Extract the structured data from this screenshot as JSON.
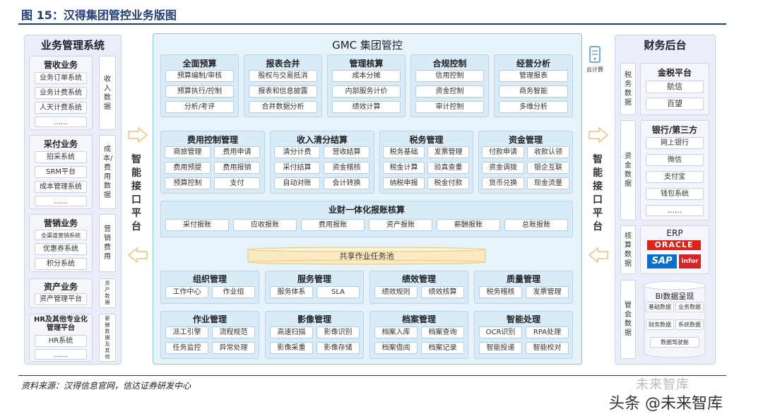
{
  "header": {
    "title": "图 15：汉得集团管控业务版图"
  },
  "source": "资料来源：汉得信息官网，信达证券研发中心",
  "watermark": {
    "small": "未来智库",
    "big": "头条 @未来智库"
  },
  "left": {
    "title": "业务管理系统",
    "groups": [
      {
        "name": "营收业务",
        "items": [
          "业务订单系统",
          "业务计费系统",
          "人天计费系统",
          "……"
        ],
        "side": "收入数据"
      },
      {
        "name": "采付业务",
        "items": [
          "招采系统",
          "SRM平台",
          "成本管理系统",
          "……"
        ],
        "side": "成本/费用数据"
      },
      {
        "name": "营销业务",
        "items": [
          "全渠道营销系统",
          "优惠券系统",
          "积分系统"
        ],
        "side": "营销费用"
      },
      {
        "name": "资产业务",
        "items": [
          "资产管理平台"
        ],
        "side": "资产数据"
      },
      {
        "name": "HR及其他专业化管理平台",
        "items": [
          "HR系统",
          "……"
        ],
        "side": "薪酬数据及其他"
      }
    ]
  },
  "interface": {
    "left": "智能接口平台",
    "right": "智能接口平台"
  },
  "cloud": {
    "label": "云计算"
  },
  "center": {
    "title": "GMC 集团管控",
    "row1": [
      {
        "name": "全面预算",
        "items": [
          "预算编制/审核",
          "预算执行/控制",
          "分析/考评"
        ]
      },
      {
        "name": "报表合并",
        "items": [
          "股权与交易抵消",
          "报表和信息披露",
          "合并数据分析"
        ]
      },
      {
        "name": "管理核算",
        "items": [
          "成本分摊",
          "内部服务计价",
          "绩效计算"
        ]
      },
      {
        "name": "合规控制",
        "items": [
          "信用控制",
          "资金控制",
          "审计控制"
        ]
      },
      {
        "name": "经营分析",
        "items": [
          "管理报表",
          "商务智能",
          "多维分析"
        ]
      }
    ],
    "row2": [
      {
        "name": "费用控制管理",
        "items": [
          "商旅管理",
          "费用申请",
          "费用预提",
          "费用报销",
          "预算控制",
          "支付"
        ]
      },
      {
        "name": "收入清分结算",
        "items": [
          "清分计费",
          "营收结算",
          "采付结算",
          "资金稽核",
          "自动对账",
          "会计转换"
        ]
      },
      {
        "name": "税务管理",
        "items": [
          "税务基础",
          "发票管理",
          "税金计算",
          "验真查重",
          "纳税申报",
          "税金付款"
        ]
      },
      {
        "name": "资金管理",
        "items": [
          "付款申请",
          "收款认领",
          "资金调拨",
          "银企互联",
          "货币兑换",
          "现金流量"
        ]
      }
    ],
    "integration": {
      "name": "业财一体化报账核算",
      "items": [
        "采付报账",
        "应收报账",
        "费用报账",
        "资产报账",
        "薪酬报账",
        "总账报账"
      ]
    },
    "pool": "共享作业任务池",
    "row3": [
      {
        "name": "组织管理",
        "items": [
          "工作中心",
          "作业组"
        ]
      },
      {
        "name": "服务管理",
        "items": [
          "服务体系",
          "SLA"
        ]
      },
      {
        "name": "绩效管理",
        "items": [
          "绩效规则",
          "绩效核算"
        ]
      },
      {
        "name": "质量管理",
        "items": [
          "税务稽核",
          "发票管理"
        ]
      }
    ],
    "row4": [
      {
        "name": "作业管理",
        "items": [
          "派工引擎",
          "流程规范",
          "任务监控",
          "异常处理"
        ]
      },
      {
        "name": "影像管理",
        "items": [
          "高速扫描",
          "影像识别",
          "影像采重",
          "影像存储"
        ]
      },
      {
        "name": "档案管理",
        "items": [
          "档案入库",
          "档案查询",
          "档案借阅",
          "档案记录"
        ]
      },
      {
        "name": "智能处理",
        "items": [
          "OCR识别",
          "RPA处理",
          "智能投递",
          "智能校对"
        ]
      }
    ]
  },
  "right": {
    "title": "财务后台",
    "sides": [
      "税务数据",
      "资金数据",
      "核算数据",
      "管会数据"
    ],
    "tax": {
      "name": "金税平台",
      "items": [
        "航信",
        "百望"
      ]
    },
    "bank": {
      "name": "银行/第三方",
      "items": [
        "网上银行",
        "微信",
        "支付宝",
        "钱包系统",
        "……"
      ]
    },
    "erp": {
      "name": "ERP",
      "logos": [
        "ORACLE",
        "SAP",
        "infor"
      ]
    },
    "bi": {
      "name": "BI数据呈现",
      "items": [
        "基础数据",
        "业务数据",
        "财务数据",
        "系统数据",
        "数据驾驶舱"
      ]
    }
  },
  "colors": {
    "accent": "#1f3d7a",
    "center_border": "#8cc3e3",
    "arrow": "#f4c37a"
  }
}
